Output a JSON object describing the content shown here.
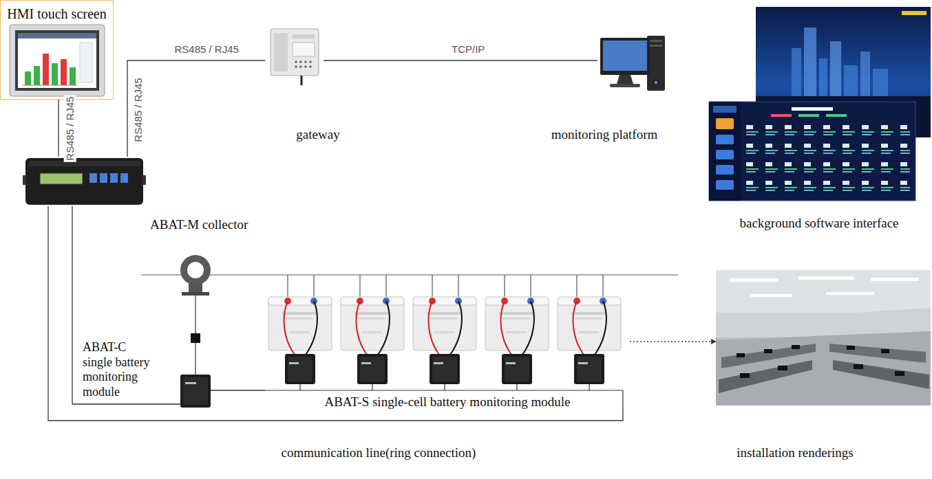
{
  "diagram": {
    "nodes": [
      {
        "text": [
          "HMI touch screen"
        ]
      },
      {
        "text": [
          "gateway"
        ]
      },
      {
        "text": [
          "monitoring platform"
        ]
      },
      {
        "text": [
          "background software interface"
        ]
      },
      {
        "text": [
          "ABAT-M collector"
        ]
      },
      {
        "text": [
          "ABAT-C single battery monitoring module"
        ]
      },
      {
        "text": [
          "ABAT-S single-cell battery monitoring module"
        ]
      },
      {
        "text": [
          "installation renderings"
        ]
      }
    ],
    "edges": [
      {
        "from": 0,
        "to": 4,
        "label": "RS485 / RJ45",
        "arrow": "none"
      },
      {
        "from": 4,
        "to": 1,
        "label": "RS485 / RJ45",
        "arrow": "none"
      },
      {
        "from": 1,
        "to": 2,
        "label": "TCP/IP",
        "arrow": "none"
      },
      {
        "from": 4,
        "to": 5,
        "arrow": "none"
      },
      {
        "from": 5,
        "to": 6,
        "arrow": "none"
      },
      {
        "from": 4,
        "to": 6,
        "arrow": "none"
      },
      {
        "from": 6,
        "to": 7,
        "arrow": "to"
      }
    ],
    "labels": [
      "RS485 / RJ45",
      "communication line(ring connection)"
    ]
  }
}
